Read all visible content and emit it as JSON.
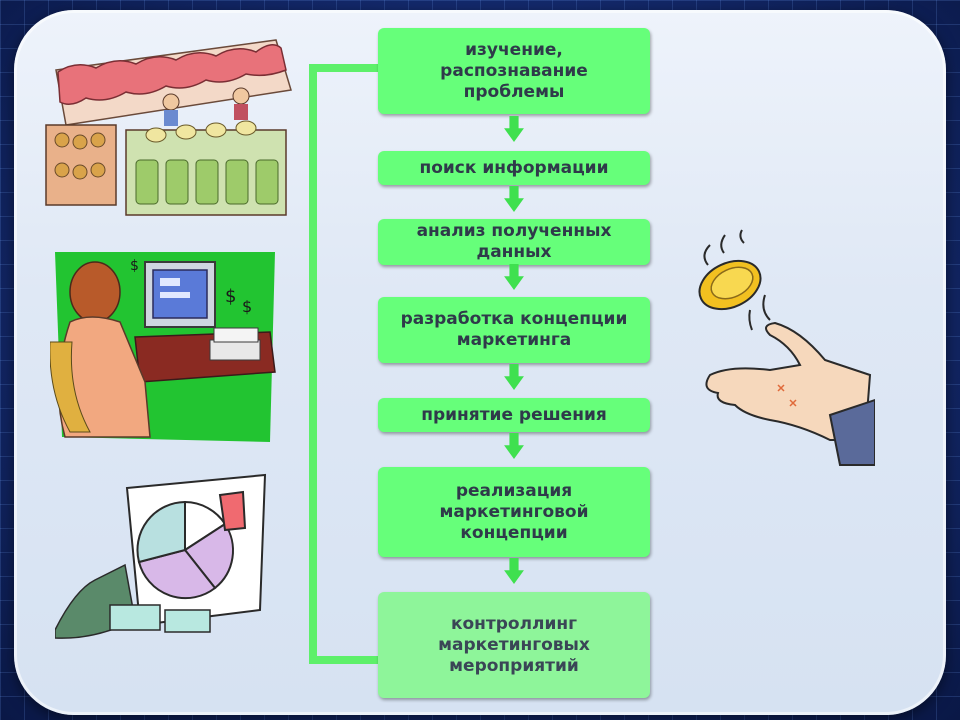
{
  "diagram": {
    "steps": [
      {
        "label": "изучение,\nраспознавание\nпроблемы"
      },
      {
        "label": "поиск информации"
      },
      {
        "label": "анализ полученных\nданных"
      },
      {
        "label": "разработка концепции\nмаркетинга"
      },
      {
        "label": "принятие решения"
      },
      {
        "label": "реализация\nмаркетинговой\nконцепции"
      },
      {
        "label": "контроллинг\nмаркетинговых\nмероприятий"
      }
    ],
    "colors": {
      "step_fill": "#66ff7a",
      "arrow": "#3fe04f",
      "text": "#2f3a4a"
    }
  },
  "illustrations": [
    {
      "name": "market-stalls-illustration"
    },
    {
      "name": "woman-at-computer-illustration"
    },
    {
      "name": "pie-chart-presentation-illustration"
    },
    {
      "name": "coin-flip-hand-illustration"
    }
  ]
}
